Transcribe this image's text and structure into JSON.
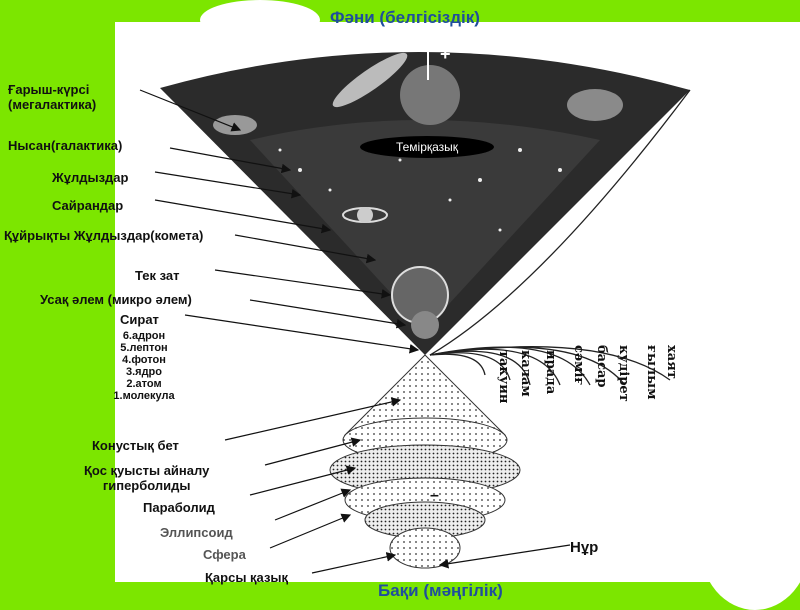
{
  "title_top": "Фәни (белгісіздік)",
  "title_bottom": "Бақи (мәңгілік)",
  "north_pole_label": "Темірқазық",
  "labels_left": {
    "megagalaxy": "Ғарыш-күрсі\n(мегалактика)",
    "galaxy": "Нысан(галактика)",
    "stars": "Жұлдыздар",
    "planets": "Сайрандар",
    "comets": "Құйрықты Жұлдыздар(комета)",
    "matter": "Тек зат",
    "micro": "Усақ әлем (микро әлем)",
    "sirat": "Сират",
    "cone": "Конустық бет",
    "hyperboloid": "Қос қуысты айналу\nгиперболиды",
    "paraboloid": "Параболид",
    "ellipsoid": "Эллипсоид",
    "sphere": "Сфера",
    "south_pole": "Қарсы қазық"
  },
  "sirat_levels": [
    "6.адрон",
    "5.лептон",
    "4.фотон",
    "3.ядро",
    "2.атом",
    "1.молекула"
  ],
  "label_right": "Нұр",
  "arc_words": [
    "хаят",
    "ғылым",
    "кудірет",
    "басар",
    "сәміғ",
    "ирада",
    "калам",
    "такуин"
  ],
  "plus_sign": "+",
  "minus_sign": "–",
  "colors": {
    "background": "#7ce600",
    "title": "#1f4e9c",
    "cone": "#2a2a2a"
  }
}
